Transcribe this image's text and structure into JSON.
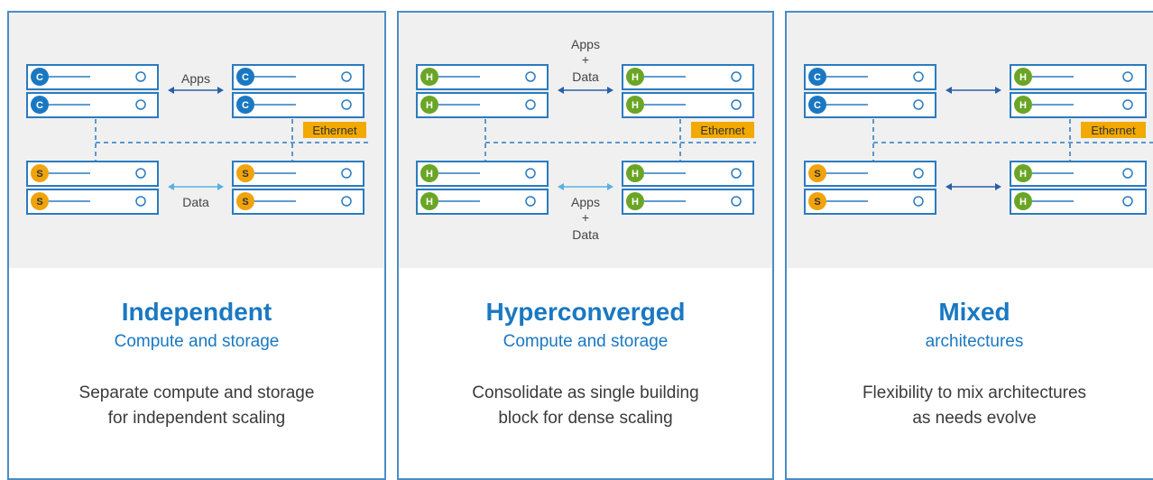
{
  "colors": {
    "accent": "#1a78c2",
    "border": "#4c8cc4",
    "compute": "#1a78c2",
    "storage": "#f0a30a",
    "hyperconverged": "#6aa526",
    "ethernet_badge": "#f2a900",
    "diagram_bg": "#f0f0f0"
  },
  "panels": [
    {
      "title": "Independent",
      "subtitle": "Compute and storage",
      "desc": [
        "Separate compute and storage",
        "for independent scaling"
      ],
      "diagram": {
        "top_label": "Apps",
        "bottom_label": "Data",
        "ethernet": "Ethernet",
        "top_letter": "C",
        "bottom_letter": "S",
        "left_top_letter": "C",
        "left_bottom_letter": "S"
      }
    },
    {
      "title": "Hyperconverged",
      "subtitle": "Compute and storage",
      "desc": [
        "Consolidate as single building",
        "block for dense scaling"
      ],
      "diagram": {
        "top_label": [
          "Apps",
          "+",
          "Data"
        ],
        "bottom_label": [
          "Apps",
          "+",
          "Data"
        ],
        "ethernet": "Ethernet",
        "letter": "H"
      }
    },
    {
      "title": "Mixed",
      "subtitle": "architectures",
      "desc": [
        "Flexibility to mix architectures",
        "as needs evolve"
      ],
      "diagram": {
        "ethernet": "Ethernet",
        "left_top_letter": "C",
        "left_bottom_letter": "S",
        "right_letter": "H"
      }
    }
  ]
}
